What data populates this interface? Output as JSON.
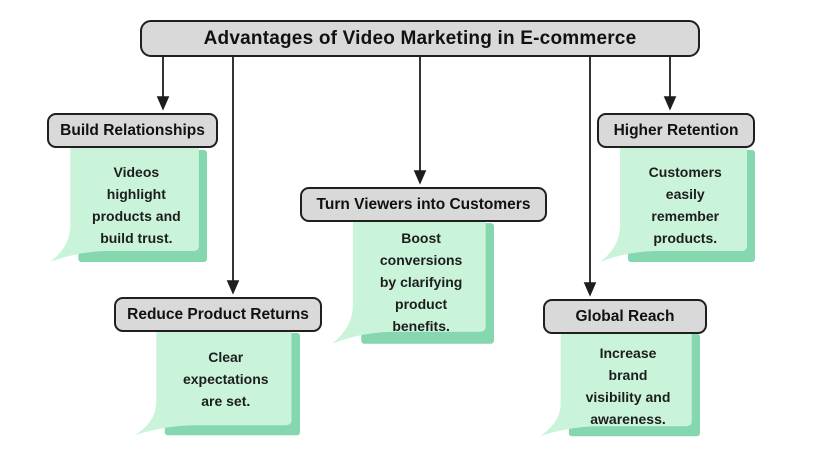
{
  "title": {
    "label": "Advantages of Video Marketing in E-commerce"
  },
  "colors": {
    "box_fill": "#d9d9d9",
    "box_border": "#1f1f1f",
    "note_fill": "#c9f4d9",
    "note_shadow": "#84d7ae",
    "connector": "#1d1d1d",
    "text": "#1d1d1d"
  },
  "branches": [
    {
      "id": "build-relationships",
      "label": "Build Relationships",
      "note": "Videos\nhighlight\nproducts and\nbuild trust."
    },
    {
      "id": "reduce-product-returns",
      "label": "Reduce Product Returns",
      "note": "Clear\nexpectations\nare set."
    },
    {
      "id": "turn-viewers-into-customers",
      "label": "Turn Viewers into Customers",
      "note": "Boost\nconversions\nby clarifying\nproduct\nbenefits."
    },
    {
      "id": "global-reach",
      "label": "Global Reach",
      "note": "Increase\nbrand\nvisibility and\nawareness."
    },
    {
      "id": "higher-retention",
      "label": "Higher Retention",
      "note": "Customers\neasily\nremember\nproducts."
    }
  ]
}
